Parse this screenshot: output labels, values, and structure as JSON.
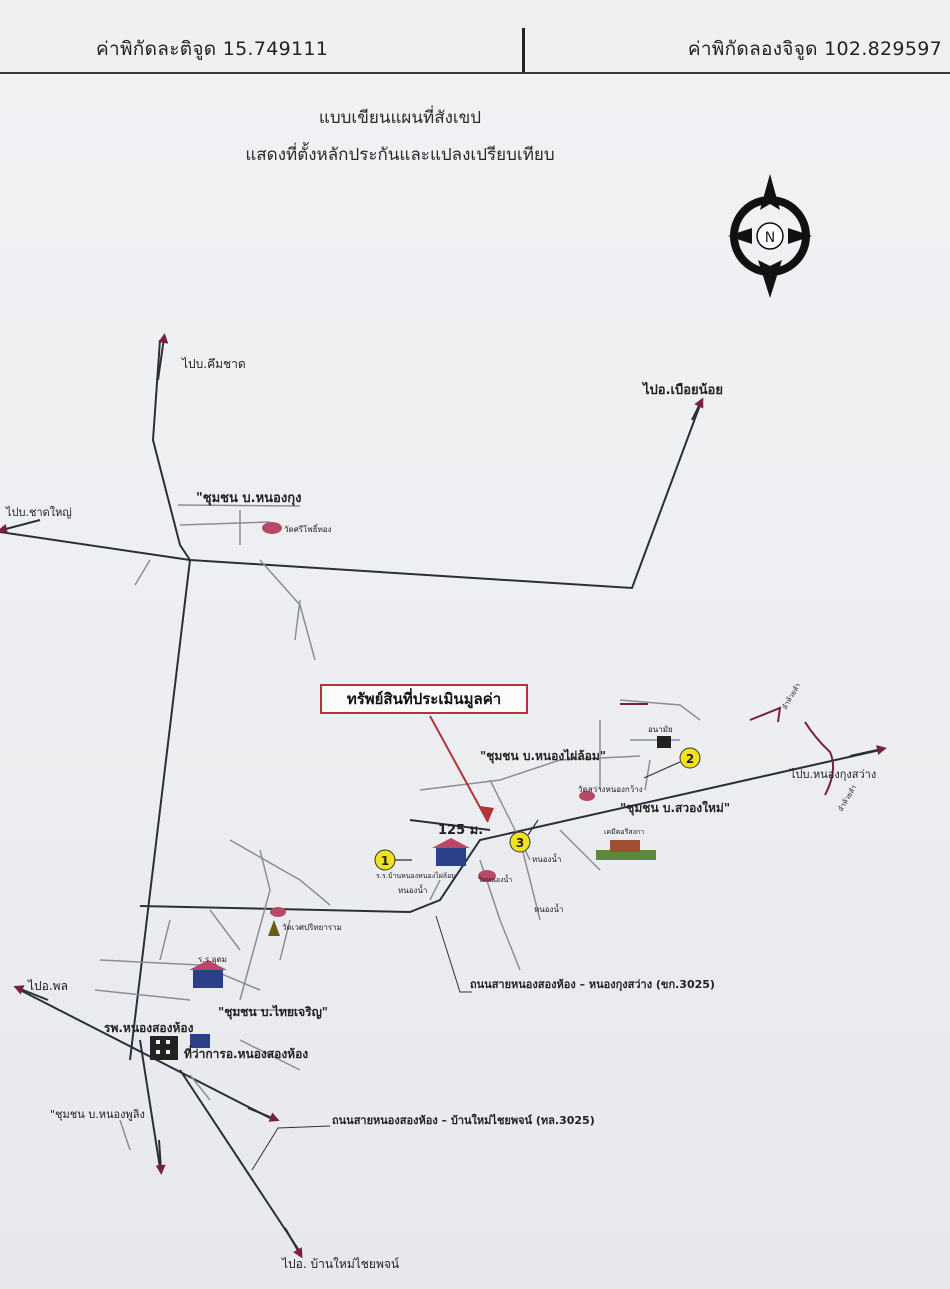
{
  "header": {
    "latitude_label": "ค่าพิกัดละติจูด 15.749111",
    "longitude_label": "ค่าพิกัดลองจิจูด 102.829597"
  },
  "title": {
    "line1": "แบบเขียนแผนที่สังเขป",
    "line2": "แสดงที่ตั้งหลักประกันและแปลงเปรียบเทียบ"
  },
  "compass": {
    "letter": "N"
  },
  "target_label": "ทรัพย์สินที่ประเมินมูลค่า",
  "distance_label": "125 ม.",
  "markers": [
    "1",
    "2",
    "3"
  ],
  "labels": {
    "to_khamchat": "ไปบ.คึมชาด",
    "to_chatyai": "ไปบ.ชาดใหญ่",
    "to_bueanoi": "ไปอ.เบือยน้อย",
    "community_nongkung": "\"ชุมชน บ.หนองกุง",
    "wat_sri_pho_thong": "วัดศรีโพธิ์ทอง",
    "community_nongphailom": "\"ชุมชน บ.หนองไผ่ล้อม\"",
    "anamai": "อนามัย",
    "wat_nong_kuang": "วัดสว่างหนองกว้าง",
    "community_sawangmai": "\"ชุมชน บ.สวองใหม่\"",
    "to_nongkungsawang": "ไปบ.หนองกุงสว่าง",
    "school_ban_nong_phai": "ร.ร.บ้านหนองหนองไผ่ล้อม",
    "wat_nong_nam": "วัดหนองน้ำ",
    "nong_nam_1": "หนองน้ำ",
    "nong_nam_2": "หนองน้ำ",
    "nong_nam_3": "หนองน้ำ",
    "factory": "เคมีคอรีสงกา",
    "wat_wet": "วัดเวศปริทยาราม",
    "school_udom": "ร.ร.อุดม",
    "community_thaicharoen": "\"ชุมชน บ.ไทยเจริญ\"",
    "to_phon": "ไปอ.พล",
    "hospital": "รพ.หนองสองห้อง",
    "district_office": "ที่ว่าการอ.หนองสองห้อง",
    "community_nongphuling": "\"ชุมชน บ.หนองพูลิง",
    "road_3025_east": "ถนนสายหนองสองห้อง – หนองกุงสว่าง (ขก.3025)",
    "road_3025_south": "ถนนสายหนองสองห้อง – บ้านใหม่ไชยพจน์ (ทล.3025)",
    "to_banmai": "ไปอ. บ้านใหม่ไชยพจน์",
    "ruler_top": "ลำห้วยลำ",
    "ruler_bottom": "ลำห้วยลำ"
  },
  "colors": {
    "road": "#2b2f3a",
    "minor_road": "#8a8e98",
    "arrow": "#7a1f3d",
    "marker": "#f2e21a",
    "target_border": "#b2353b"
  }
}
